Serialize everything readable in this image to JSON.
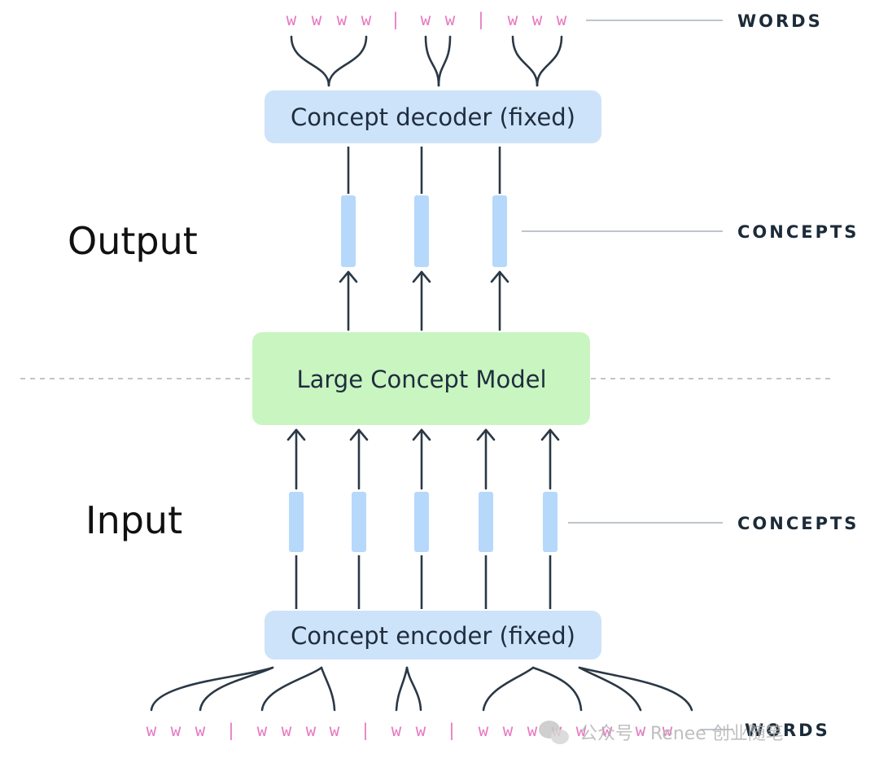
{
  "section_labels": {
    "output": "Output",
    "input": "Input"
  },
  "boxes": {
    "decoder": "Concept decoder (fixed)",
    "lcm": "Large Concept Model",
    "encoder": "Concept encoder (fixed)"
  },
  "side_labels": {
    "top_words": "WORDS",
    "top_concepts": "CONCEPTS",
    "bottom_concepts": "CONCEPTS",
    "bottom_words": "WORDS"
  },
  "top_tokens": [
    "w",
    "w",
    "w",
    "w",
    "|",
    "w",
    "w",
    "|",
    "w",
    "w",
    "w"
  ],
  "bottom_tokens": [
    "w",
    "w",
    "w",
    "|",
    "w",
    "w",
    "w",
    "w",
    "|",
    "w",
    "w",
    "|",
    "w",
    "w",
    "w",
    "w",
    "w",
    "w",
    "w",
    "w"
  ],
  "watermark": "公众号 · Renee 创业随笔",
  "colors": {
    "box_blue": "#cde3fa",
    "box_green": "#c9f5c1",
    "concept_bar": "#b6d8fb",
    "token_pink": "#e879c2",
    "line_dark": "#2b3845",
    "line_light": "#a9b2bb"
  }
}
